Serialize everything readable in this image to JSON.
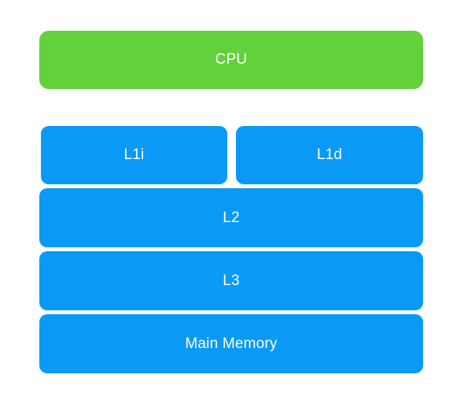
{
  "colors": {
    "cpu": "#62d13b",
    "cache": "#0a9af5",
    "text": "#ffffff"
  },
  "diagram": {
    "cpu": {
      "label": "CPU"
    },
    "l1i": {
      "label": "L1i"
    },
    "l1d": {
      "label": "L1d"
    },
    "l2": {
      "label": "L2"
    },
    "l3": {
      "label": "L3"
    },
    "main_memory": {
      "label": "Main Memory"
    }
  }
}
